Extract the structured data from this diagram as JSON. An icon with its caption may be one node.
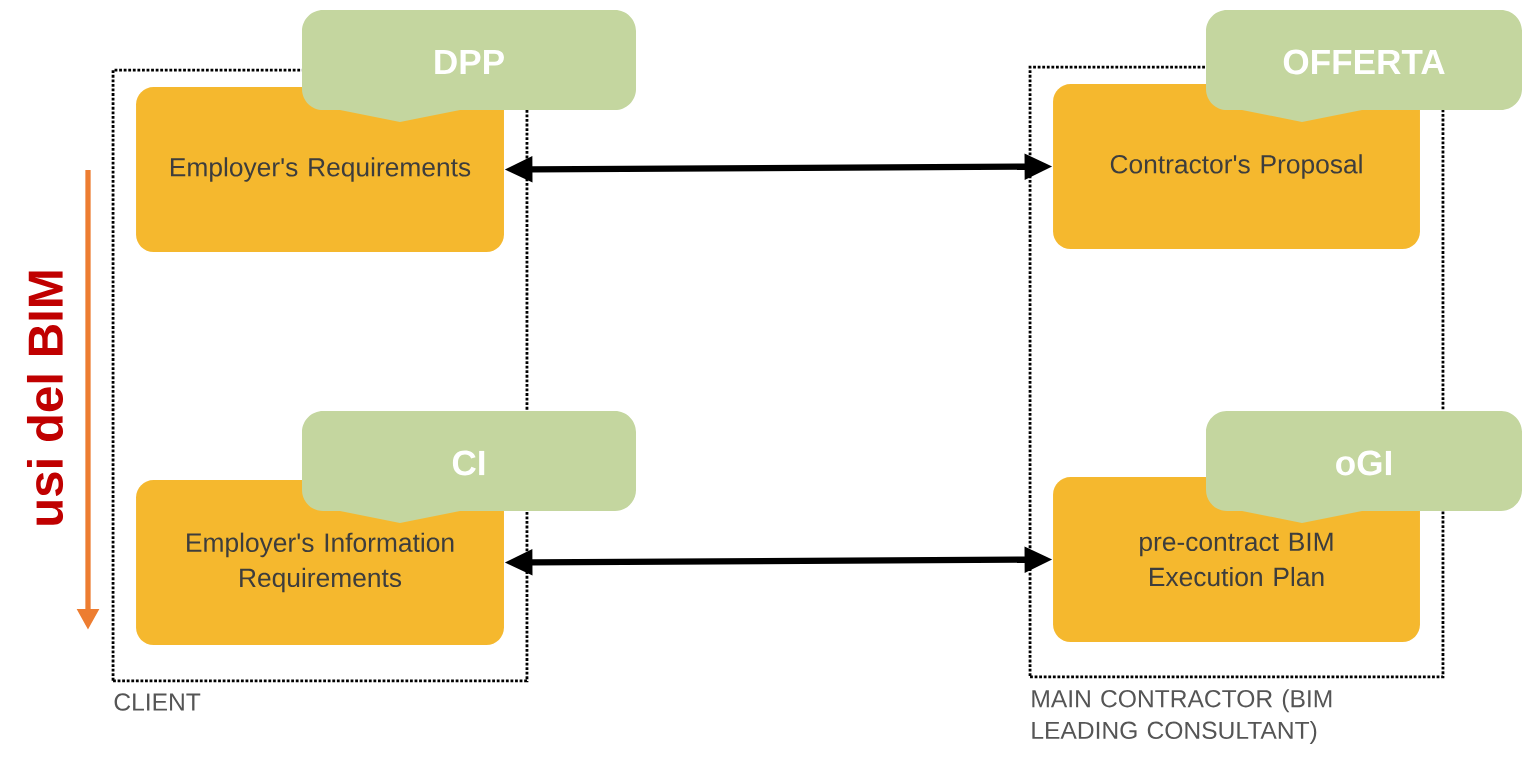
{
  "diagram": {
    "nodes": [
      {
        "text": [
          "CLIENT"
        ]
      },
      {
        "text": [
          "Employer's Requirements"
        ],
        "in": 0
      },
      {
        "text": [
          "Employer's Information Requirements"
        ],
        "in": 0
      },
      {
        "text": [
          "MAIN CONTRACTOR (BIM LEADING CONSULTANT)"
        ]
      },
      {
        "text": [
          "Contractor's Proposal"
        ],
        "in": 3
      },
      {
        "text": [
          "pre-contract BIM Execution Plan"
        ],
        "in": 3
      },
      {
        "text": [
          "DPP"
        ]
      },
      {
        "text": [
          "OFFERTA"
        ]
      },
      {
        "text": [
          "CI"
        ]
      },
      {
        "text": [
          "oGI"
        ]
      }
    ],
    "edges": [
      {
        "from": 1,
        "to": 4,
        "arrow": "both"
      },
      {
        "from": 2,
        "to": 5,
        "arrow": "both"
      }
    ],
    "labels": [
      "usi del BIM"
    ]
  }
}
